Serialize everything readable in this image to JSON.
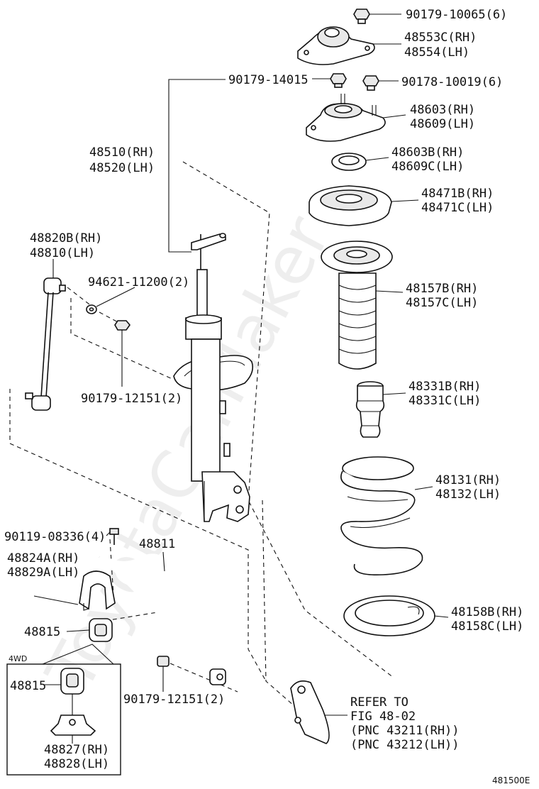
{
  "watermark": "ToyotaCarMaker",
  "diagram_code": "481500E",
  "box_label": "4WD",
  "labels": {
    "l_90179_10065": "90179-10065(6)",
    "l_48553c": "48553C(RH)",
    "l_48554": "48554(LH)",
    "l_90179_14015": "90179-14015",
    "l_90178_10019": "90178-10019(6)",
    "l_48603": "48603(RH)",
    "l_48609": "48609(LH)",
    "l_48603b": "48603B(RH)",
    "l_48609c": "48609C(LH)",
    "l_48510": "48510(RH)",
    "l_48520": "48520(LH)",
    "l_48471b": "48471B(RH)",
    "l_48471c": "48471C(LH)",
    "l_48820b": "48820B(RH)",
    "l_48810": "48810(LH)",
    "l_94621": "94621-11200(2)",
    "l_48157b": "48157B(RH)",
    "l_48157c": "48157C(LH)",
    "l_90179_12151a": "90179-12151(2)",
    "l_48331b": "48331B(RH)",
    "l_48331c": "48331C(LH)",
    "l_48131": "48131(RH)",
    "l_48132": "48132(LH)",
    "l_90119": "90119-08336(4)",
    "l_48811": "48811",
    "l_48824a": "48824A(RH)",
    "l_48829a": "48829A(LH)",
    "l_48158b": "48158B(RH)",
    "l_48158c": "48158C(LH)",
    "l_48815a": "48815",
    "l_48815b": "48815",
    "l_90179_12151b": "90179-12151(2)",
    "l_refer1": "REFER TO",
    "l_refer2": "FIG 48-02",
    "l_refer3": "(PNC 43211(RH))",
    "l_refer4": "(PNC 43212(LH))",
    "l_48827": "48827(RH)",
    "l_48828": "48828(LH)"
  }
}
